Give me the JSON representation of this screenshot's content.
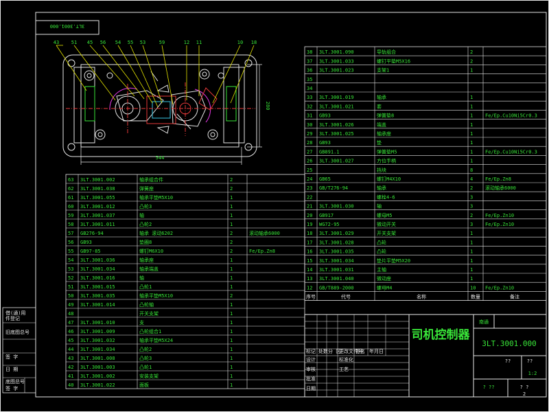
{
  "colors": {
    "line": "#e8e8e8",
    "green": "#39e639",
    "yellow": "#e6e600",
    "red": "#e63939",
    "magenta": "#e639e6",
    "cyan": "#39c6e6"
  },
  "drawing": {
    "stamp": "3LT.3001.000",
    "title": "司机控制器",
    "number": "3LT.3001.000",
    "scale": "1:2",
    "sheet": "2",
    "company": "南通",
    "q1": "??",
    "q2": "??",
    "q3": "? ??",
    "q4": "? ?",
    "dim_width": "544",
    "dim_height": "280"
  },
  "balloons": [
    "43",
    "51",
    "45",
    "56",
    "54",
    "55",
    "53",
    "59",
    "12",
    "11",
    "10",
    "18"
  ],
  "side_labels": [
    "借(通)用",
    "件登记",
    "旧底图总号",
    "签 字",
    "日 期",
    "底图总号",
    "签 字"
  ],
  "title_labels": [
    "标记",
    "处数",
    "分 区",
    "更改文件号",
    "签名",
    "年月日",
    "设计",
    "标准化",
    "审核",
    "工艺",
    "批准",
    "日期",
    "阶段标记",
    "重量",
    "比例",
    "共",
    "张",
    "第",
    "张"
  ],
  "right_header": [
    "序号",
    "代号",
    "名称",
    "数量",
    "备注"
  ],
  "right_rows": [
    [
      "38",
      "3LT.3001.090",
      "导轨组合",
      "2",
      ""
    ],
    [
      "37",
      "3LT.3001.033",
      "螺钉平垫M5X16",
      "2",
      ""
    ],
    [
      "36",
      "3LT.3001.023",
      "支架1",
      "1",
      ""
    ],
    [
      "35",
      "",
      "",
      "",
      ""
    ],
    [
      "34",
      "",
      "",
      "",
      ""
    ],
    [
      "33",
      "3LT.3001.019",
      "轴承",
      "1",
      ""
    ],
    [
      "32",
      "3LT.3001.021",
      "套",
      "1",
      ""
    ],
    [
      "31",
      "GB93",
      "弹簧垫8",
      "1",
      "Fe/Ep.Cu10Ni5Cr0.3"
    ],
    [
      "30",
      "3LT.3001.026",
      "端盖",
      "1",
      ""
    ],
    [
      "29",
      "3LT.3001.025",
      "轴承座",
      "1",
      ""
    ],
    [
      "28",
      "GB93",
      "垫",
      "1",
      ""
    ],
    [
      "27",
      "GB891.1",
      "弹簧垫M5",
      "1",
      "Fe/Ep.Cu10Ni5Cr0.3"
    ],
    [
      "26",
      "3LT.3001.027",
      "方位手柄",
      "1",
      ""
    ],
    [
      "25",
      "",
      "挡块",
      "8",
      ""
    ],
    [
      "24",
      "GB65",
      "螺钉M4X10",
      "4",
      "Fe/Ep.Zn8"
    ],
    [
      "23",
      "GB/T276-94",
      "轴承",
      "2",
      "滚动轴承6000"
    ],
    [
      "22",
      "",
      "螺栓4-6",
      "3",
      ""
    ],
    [
      "21",
      "3LT.3001.030",
      "轴",
      "3",
      ""
    ],
    [
      "20",
      "GB917",
      "螺母M5",
      "2",
      "Fe/Ep.Zn10"
    ],
    [
      "19",
      "WG72-95",
      "微动开关",
      "3",
      "Fe/Ep.Zn10"
    ],
    [
      "18",
      "3LT.3001.029",
      "开关支架",
      "1",
      ""
    ],
    [
      "17",
      "3LT.3001.028",
      "凸轮",
      "1",
      ""
    ],
    [
      "16",
      "3LT.3001.035",
      "凸轮",
      "1",
      ""
    ],
    [
      "15",
      "3LT.3001.034",
      "垫片平垫M5X20",
      "1",
      ""
    ],
    [
      "14",
      "3LT.3001.031",
      "主轴",
      "1",
      ""
    ],
    [
      "13",
      "3LT.3001.040",
      "微动座",
      "1",
      ""
    ],
    [
      "12",
      "GB/T889-2000",
      "螺母M4",
      "10",
      "Fe/Ep.Zn10"
    ]
  ],
  "left_rows": [
    [
      "63",
      "3LT.3001.002",
      "轴承组合件",
      "2",
      ""
    ],
    [
      "62",
      "3LT.3001.038",
      "弹簧座",
      "2",
      ""
    ],
    [
      "61",
      "3LT.3001.055",
      "轴承平垫M5X10",
      "1",
      ""
    ],
    [
      "60",
      "3LT.3001.012",
      "凸轮3",
      "1",
      ""
    ],
    [
      "59",
      "3LT.3001.037",
      "轴",
      "1",
      ""
    ],
    [
      "58",
      "3LT.3001.011",
      "凸轮2",
      "1",
      ""
    ],
    [
      "57",
      "GB276-94",
      "轴承 滚动6202",
      "2",
      "滚动轴承6000"
    ],
    [
      "56",
      "GB93",
      "垫圈8",
      "2",
      ""
    ],
    [
      "55",
      "GB97-85",
      "螺钉M6X10",
      "2",
      "Fe/Ep.Zn8"
    ],
    [
      "54",
      "3LT.3001.036",
      "轴承座",
      "1",
      ""
    ],
    [
      "53",
      "3LT.3001.034",
      "轴承端盖",
      "1",
      ""
    ],
    [
      "52",
      "3LT.3001.016",
      "轴",
      "1",
      ""
    ],
    [
      "51",
      "3LT.3001.015",
      "凸轮1",
      "1",
      ""
    ],
    [
      "50",
      "3LT.3001.035",
      "轴承平垫M5X10",
      "2",
      ""
    ],
    [
      "49",
      "3LT.3001.014",
      "凸轮轴",
      "1",
      ""
    ],
    [
      "48",
      "",
      "开关支架",
      "1",
      ""
    ],
    [
      "47",
      "3LT.3001.010",
      "支",
      "1",
      ""
    ],
    [
      "46",
      "3LT.3001.009",
      "凸轮组合1",
      "1",
      ""
    ],
    [
      "45",
      "3LT.3001.032",
      "轴承平垫M5X24",
      "1",
      ""
    ],
    [
      "44",
      "3LT.3001.034",
      "凸轮2",
      "1",
      ""
    ],
    [
      "43",
      "3LT.3001.008",
      "凸轮3",
      "1",
      ""
    ],
    [
      "42",
      "3LT.3001.003",
      "凸轮1",
      "1",
      ""
    ],
    [
      "41",
      "3LT.3001.002",
      "安装支架",
      "1",
      ""
    ],
    [
      "40",
      "3LT.3001.022",
      "面板",
      "1",
      ""
    ]
  ]
}
